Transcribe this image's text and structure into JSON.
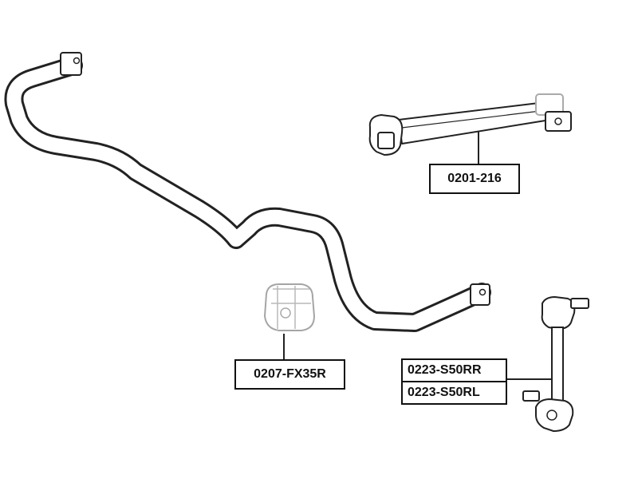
{
  "labels": {
    "stabilizer_link_bushing": "0201-216",
    "stabilizer_bushing": "0207-FX35R",
    "stabilizer_link_rear_right": "0223-S50RR",
    "stabilizer_link_rear_left": "0223-S50RL"
  },
  "colors": {
    "line": "#222222",
    "faded_part": "#9a9a9a",
    "label_border": "#111111"
  }
}
